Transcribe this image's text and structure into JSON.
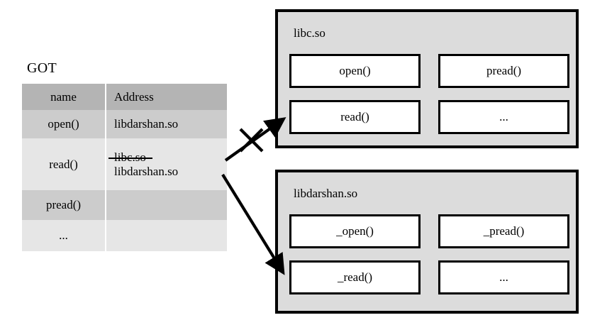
{
  "diagram": {
    "title_label": "GOT",
    "table": {
      "headers": [
        "name",
        "Address"
      ],
      "rows": [
        {
          "name": "open()",
          "address": "libdarshan.so",
          "address_struck": "",
          "shade": "dark"
        },
        {
          "name": "read()",
          "address": "libdarshan.so",
          "address_struck": "libc.so",
          "shade": "light"
        },
        {
          "name": "pread()",
          "address": "",
          "address_struck": "",
          "shade": "dark"
        },
        {
          "name": "...",
          "address": "",
          "address_struck": "",
          "shade": "light"
        }
      ]
    },
    "panels": [
      {
        "title": "libc.so",
        "functions": [
          "open()",
          "pread()",
          "read()",
          "..."
        ]
      },
      {
        "title": "libdarshan.so",
        "functions": [
          "_open()",
          "_pread()",
          "_read()",
          "..."
        ]
      }
    ],
    "arrows": [
      {
        "name": "arrow-to-libc-read",
        "from": "got-read-row",
        "to": "libc-read-box",
        "cancelled": true,
        "marker": "x-cross"
      },
      {
        "name": "arrow-to-libdarshan-read",
        "from": "got-read-row",
        "to": "libdarshan-read-box",
        "cancelled": false,
        "marker": ""
      }
    ],
    "colors": {
      "panel_background": "#dcdcdc",
      "table_header": "#b4b4b4",
      "table_row_dark": "#cccccc",
      "table_row_light": "#e6e6e6",
      "stroke": "#000000",
      "box_fill": "#ffffff"
    }
  }
}
